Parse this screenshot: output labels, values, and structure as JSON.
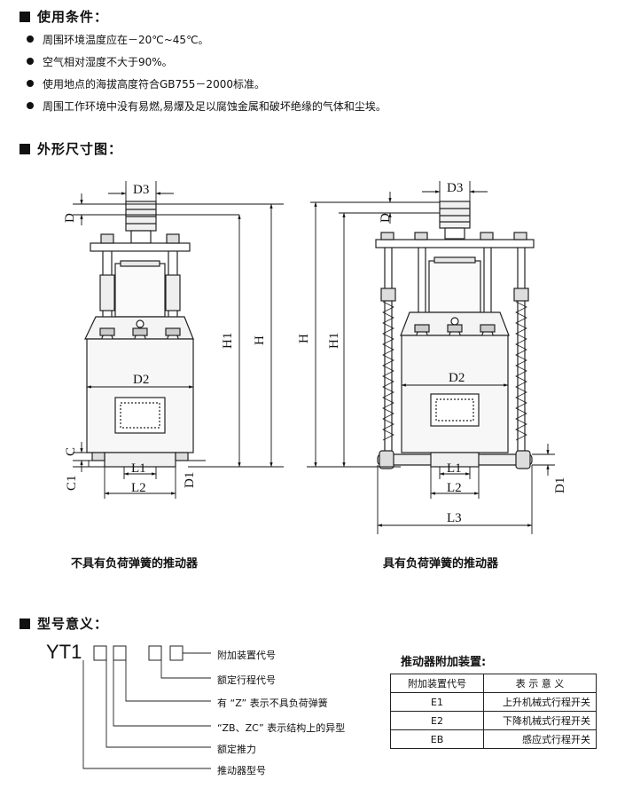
{
  "conditions": {
    "title": "使用条件：",
    "items": [
      "周围环境温度应在－20℃~45℃。",
      "空气相对湿度不大于90%。",
      "使用地点的海拔高度符合GB755－2000标准。",
      "周围工作环境中没有易燃,易爆及足以腐蚀金属和破坏绝缘的气体和尘埃。"
    ]
  },
  "dimensions": {
    "title": "外形尺寸图：",
    "left_caption": "不具有负荷弹簧的推动器",
    "right_caption": "具有负荷弹簧的推动器",
    "left_labels": {
      "d3": "D3",
      "d": "D",
      "h1": "H1",
      "h": "H",
      "d2": "D2",
      "c": "C",
      "c1": "C1",
      "l1": "L1",
      "l2": "L2",
      "d1": "D1"
    },
    "right_labels": {
      "d3": "D3",
      "d": "D",
      "h": "H",
      "h1": "H1",
      "d2": "D2",
      "l1": "L1",
      "l2": "L2",
      "l3": "L3",
      "d1": "D1"
    }
  },
  "model": {
    "title": "型号意义：",
    "code": "YT1",
    "labels": [
      "附加装置代号",
      "额定行程代号",
      "有 “Z” 表示不具负荷弹簧",
      "“ZB、ZC” 表示结构上的异型",
      "额定推力",
      "推动器型号"
    ]
  },
  "accessory": {
    "title": "推动器附加装置:",
    "headers": [
      "附加装置代号",
      "表 示 意 义"
    ],
    "rows": [
      [
        "E1",
        "上升机械式行程开关"
      ],
      [
        "E2",
        "下降机械式行程开关"
      ],
      [
        "EB",
        "感应式行程开关"
      ]
    ]
  }
}
